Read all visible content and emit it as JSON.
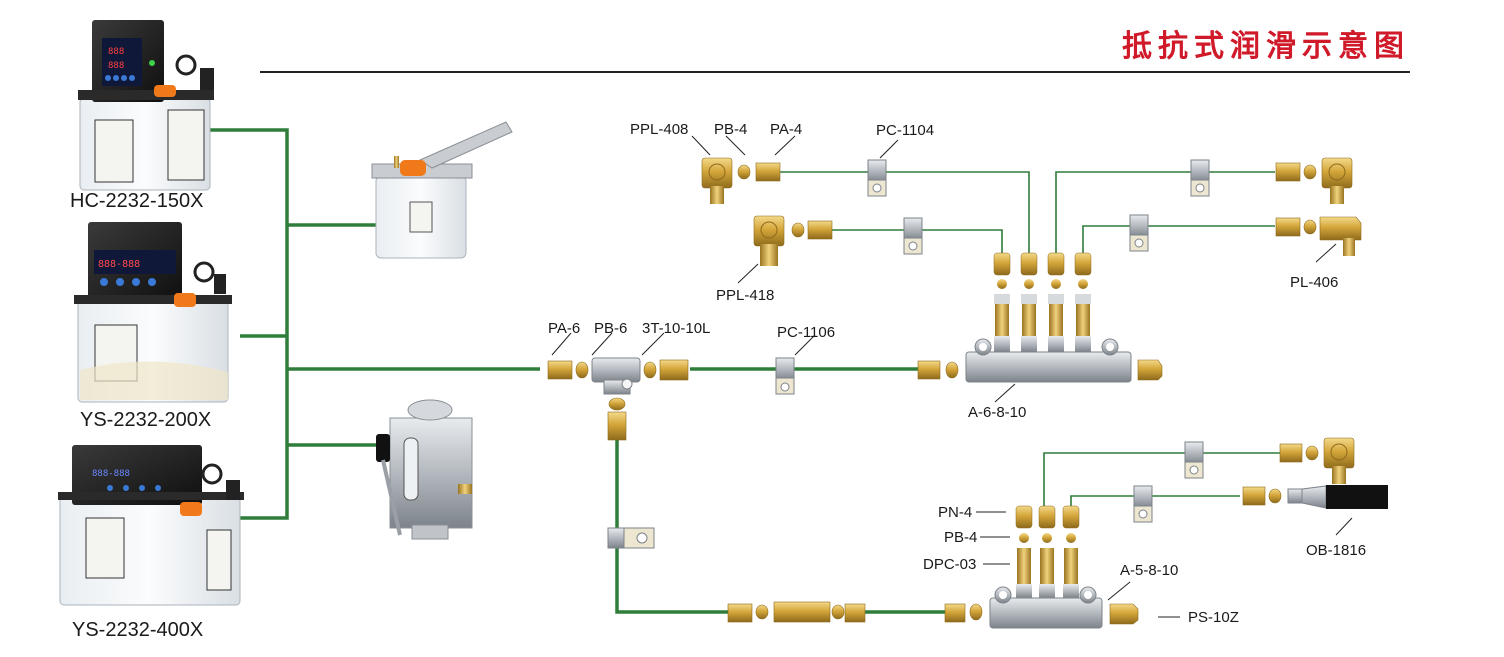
{
  "title": "抵抗式润滑示意图",
  "colors": {
    "title": "#d01a2a",
    "pipe": "#2e7d3a",
    "brass": "#d4a63a",
    "brass_dark": "#9a7420",
    "steel": "#b9bec4",
    "pump_black": "#1e1e1e",
    "orange_cap": "#f07a1a"
  },
  "pumps": {
    "left": [
      {
        "id": "hc150",
        "label": "HC-2232-150X",
        "type": "electric-digital-pump"
      },
      {
        "id": "ys200",
        "label": "YS-2232-200X",
        "type": "electric-digital-pump"
      },
      {
        "id": "ys400",
        "label": "YS-2232-400X",
        "type": "electric-digital-pump"
      }
    ],
    "center": [
      {
        "id": "hand-lever",
        "type": "manual-lever-pump"
      },
      {
        "id": "hand-crank",
        "type": "manual-hand-pump"
      }
    ]
  },
  "labels": {
    "ppl408": "PPL-408",
    "pb4_top": "PB-4",
    "pa4": "PA-4",
    "pc1104": "PC-1104",
    "ppl418": "PPL-418",
    "pl406": "PL-406",
    "pa6": "PA-6",
    "pb6": "PB-6",
    "tee": "3T-10-10L",
    "pc1106": "PC-1106",
    "a6810": "A-6-8-10",
    "pn4": "PN-4",
    "pb4_bottom": "PB-4",
    "dpc03": "DPC-03",
    "a5810": "A-5-8-10",
    "ps10z": "PS-10Z",
    "ob1816": "OB-1816"
  },
  "distributors": [
    {
      "id": "A-6-8-10",
      "outlets": 4
    },
    {
      "id": "A-5-8-10",
      "outlets": 3
    }
  ]
}
